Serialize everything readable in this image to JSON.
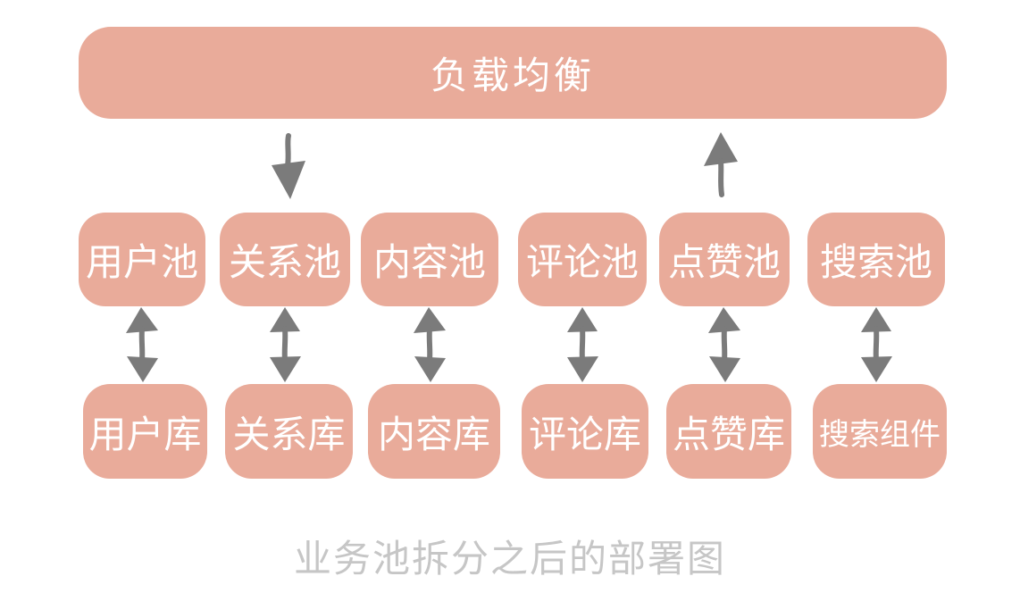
{
  "title_box": {
    "label": "负载均衡"
  },
  "pools": [
    {
      "label": "用户池"
    },
    {
      "label": "关系池"
    },
    {
      "label": "内容池"
    },
    {
      "label": "评论池"
    },
    {
      "label": "点赞池"
    },
    {
      "label": "搜索池"
    }
  ],
  "stores": [
    {
      "label": "用户库"
    },
    {
      "label": "关系库"
    },
    {
      "label": "内容库"
    },
    {
      "label": "评论库"
    },
    {
      "label": "点赞库"
    },
    {
      "label": "搜索组件"
    }
  ],
  "caption": "业务池拆分之后的部署图",
  "icons": {
    "down_arrow": "arrow-down-icon",
    "up_arrow": "arrow-up-icon",
    "double_arrow": "arrow-up-down-icon"
  },
  "colors": {
    "box_fill": "#E9AB9A",
    "box_text": "#FFFFFF",
    "arrow": "#7B7B7B",
    "caption_text": "#C6C6C6",
    "background": "#FFFFFF"
  }
}
